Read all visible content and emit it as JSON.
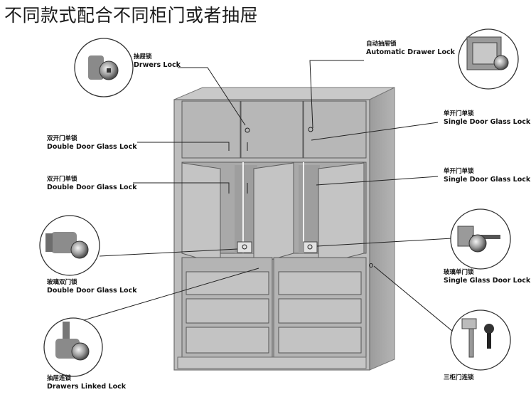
{
  "title": "不同款式配合不同柜门或者抽屉",
  "callouts": [
    {
      "id": "drawer-lock",
      "zh": "抽屉锁",
      "en": "Drwers Lock"
    },
    {
      "id": "auto-drawer-lock",
      "zh": "自动抽屉锁",
      "en": "Automatic Drawer Lock"
    },
    {
      "id": "double-door-glass-lock-1",
      "zh": "双开门单锁",
      "en": "Double Door Glass Lock"
    },
    {
      "id": "double-door-glass-lock-2",
      "zh": "双开门单锁",
      "en": "Double Door Glass Lock"
    },
    {
      "id": "single-door-glass-lock-1",
      "zh": "单开门单锁",
      "en": "Single Door Glass Lock"
    },
    {
      "id": "single-door-glass-lock-2",
      "zh": "单开门单锁",
      "en": "Single Door Glass Lock"
    },
    {
      "id": "glass-double-door-lock",
      "zh": "玻璃双门锁",
      "en": "Double Door Glass Lock"
    },
    {
      "id": "glass-single-door-lock",
      "zh": "玻璃单门锁",
      "en": "Single Glass Door Lock"
    },
    {
      "id": "drawers-linked-lock",
      "zh": "抽屉连锁",
      "en": "Drawers Linked Lock"
    },
    {
      "id": "three-cabinet-linked-lock",
      "zh": "三柜门连锁",
      "en": ""
    }
  ]
}
